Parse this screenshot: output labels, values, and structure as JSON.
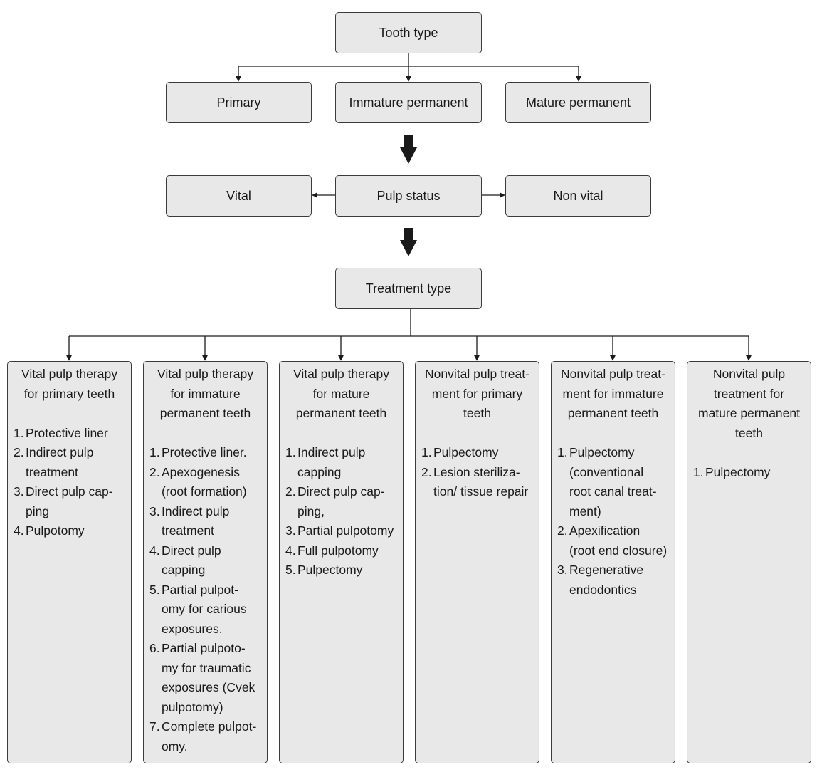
{
  "tooth_type": "Tooth type",
  "tooth_types": [
    "Primary",
    "Immature permanent",
    "Mature permanent"
  ],
  "pulp_status": "Pulp status",
  "vital": "Vital",
  "non_vital": "Non vital",
  "treatment_type": "Treatment type",
  "columns": [
    {
      "title": [
        "Vital pulp therapy",
        "for primary teeth"
      ],
      "items": [
        [
          "Protective liner"
        ],
        [
          "Indirect pulp",
          "treatment"
        ],
        [
          "Direct pulp cap-",
          "ping"
        ],
        [
          "Pulpotomy"
        ]
      ]
    },
    {
      "title": [
        "Vital pulp therapy",
        "for immature",
        "permanent teeth"
      ],
      "items": [
        [
          "Protective liner."
        ],
        [
          "Apexogenesis",
          "(root formation)"
        ],
        [
          "Indirect pulp",
          "treatment"
        ],
        [
          "Direct pulp",
          "capping"
        ],
        [
          "Partial pulpot-",
          "omy for carious",
          "exposures."
        ],
        [
          "Partial pulpoto-",
          "my for traumatic",
          "exposures (Cvek",
          "pulpotomy)"
        ],
        [
          "Complete pulpot-",
          "omy."
        ]
      ]
    },
    {
      "title": [
        "Vital pulp therapy",
        "for mature",
        "permanent teeth"
      ],
      "items": [
        [
          "Indirect pulp",
          "capping"
        ],
        [
          "Direct pulp cap-",
          "ping,"
        ],
        [
          "Partial pulpotomy"
        ],
        [
          "Full pulpotomy"
        ],
        [
          "Pulpectomy"
        ]
      ]
    },
    {
      "title": [
        "Nonvital pulp treat-",
        "ment for primary",
        "teeth"
      ],
      "items": [
        [
          "Pulpectomy"
        ],
        [
          "Lesion steriliza-",
          "tion/ tissue repair"
        ]
      ]
    },
    {
      "title": [
        "Nonvital pulp treat-",
        "ment for immature",
        "permanent teeth"
      ],
      "items": [
        [
          "Pulpectomy",
          "(conventional",
          "root canal treat-",
          "ment)"
        ],
        [
          "Apexification",
          "(root end closure)"
        ],
        [
          "Regenerative",
          "endodontics"
        ]
      ]
    },
    {
      "title": [
        "Nonvital pulp",
        "treatment for",
        "mature permanent",
        "teeth"
      ],
      "items": [
        [
          "Pulpectomy"
        ]
      ]
    }
  ]
}
